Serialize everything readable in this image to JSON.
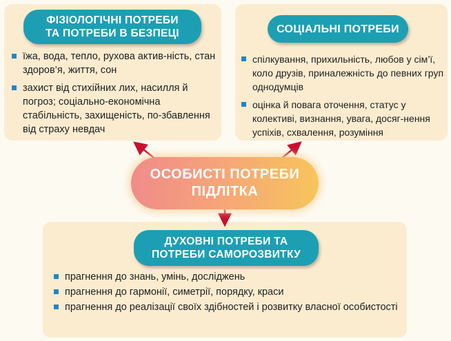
{
  "colors": {
    "pill": "#1d9fb3",
    "card": "#fbecd0",
    "bullet": "#1d87c9",
    "arrow": "#c8102e",
    "center_gradient": [
      "#f08b8a",
      "#f6a37a",
      "#f7c55b"
    ]
  },
  "center": {
    "line1": "ОСОБИСТІ ПОТРЕБИ",
    "line2": "ПІДЛІТКА"
  },
  "physiological": {
    "title_line1": "ФІЗІОЛОГІЧНІ ПОТРЕБИ",
    "title_line2": "ТА ПОТРЕБИ В БЕЗПЕЦІ",
    "items": [
      "їжа, вода, тепло, рухова актив-ність, стан здоров’я, життя, сон",
      "захист від стихійних лих, насилля й погроз; соціально-економічна стабільність, захищеність, по-збавлення від страху невдач"
    ]
  },
  "social": {
    "title": "СОЦІАЛЬНІ ПОТРЕБИ",
    "items": [
      "спілкування, прихильність, любов у сім’ї, коло друзів, приналежність до певних груп однодумців",
      "оцінка й повага оточення, статус у колективі, визнання, увага, досяг-нення успіхів, схвалення, розуміння"
    ]
  },
  "spiritual": {
    "title_line1": "ДУХОВНІ ПОТРЕБИ ТА",
    "title_line2": "ПОТРЕБИ САМОРОЗВИТКУ",
    "items": [
      "прагнення до знань, умінь, досліджень",
      "прагнення до гармонії, симетрії, порядку, краси",
      "прагнення до реалізації своїх здібностей і розвитку власної особистості"
    ]
  }
}
